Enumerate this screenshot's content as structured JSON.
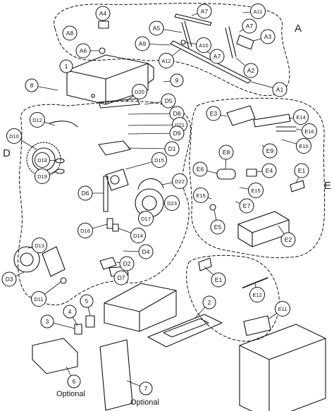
{
  "groups": [
    {
      "id": "A",
      "letter": "A"
    },
    {
      "id": "D",
      "letter": "D"
    },
    {
      "id": "E",
      "letter": "E"
    }
  ],
  "callouts": [
    {
      "id": "A4",
      "label": "A4"
    },
    {
      "id": "A8",
      "label": "A8"
    },
    {
      "id": "A6",
      "label": "A6"
    },
    {
      "id": "A7a",
      "label": "A7"
    },
    {
      "id": "A11",
      "label": "A11"
    },
    {
      "id": "A5",
      "label": "A5"
    },
    {
      "id": "A7b",
      "label": "A7"
    },
    {
      "id": "A3",
      "label": "A3"
    },
    {
      "id": "A9",
      "label": "A9"
    },
    {
      "id": "A10",
      "label": "A10"
    },
    {
      "id": "A7c",
      "label": "A7"
    },
    {
      "id": "A12",
      "label": "A12"
    },
    {
      "id": "A2",
      "label": "A2"
    },
    {
      "id": "A1",
      "label": "A1"
    },
    {
      "id": "P1",
      "label": "1"
    },
    {
      "id": "P8",
      "label": "8"
    },
    {
      "id": "P9",
      "label": "9"
    },
    {
      "id": "D20",
      "label": "D20"
    },
    {
      "id": "D5",
      "label": "D5"
    },
    {
      "id": "D8",
      "label": "D8"
    },
    {
      "id": "D12",
      "label": "D12"
    },
    {
      "id": "D21",
      "label": "D21"
    },
    {
      "id": "D10",
      "label": "D10"
    },
    {
      "id": "D9",
      "label": "D9"
    },
    {
      "id": "D1",
      "label": "D1"
    },
    {
      "id": "D18",
      "label": "D18"
    },
    {
      "id": "D15",
      "label": "D15"
    },
    {
      "id": "D19",
      "label": "D19"
    },
    {
      "id": "D22",
      "label": "D22"
    },
    {
      "id": "D6",
      "label": "D6"
    },
    {
      "id": "D23",
      "label": "D23"
    },
    {
      "id": "D17",
      "label": "D17"
    },
    {
      "id": "D16",
      "label": "D16"
    },
    {
      "id": "D14",
      "label": "D14"
    },
    {
      "id": "D13",
      "label": "D13"
    },
    {
      "id": "D4",
      "label": "D4"
    },
    {
      "id": "D3",
      "label": "D3"
    },
    {
      "id": "D2",
      "label": "D2"
    },
    {
      "id": "D7",
      "label": "D7"
    },
    {
      "id": "D11",
      "label": "D11"
    },
    {
      "id": "E3",
      "label": "E3"
    },
    {
      "id": "E14",
      "label": "E14"
    },
    {
      "id": "E16",
      "label": "E16"
    },
    {
      "id": "E10",
      "label": "E10"
    },
    {
      "id": "E9",
      "label": "E9"
    },
    {
      "id": "E8",
      "label": "E8"
    },
    {
      "id": "E6",
      "label": "E6"
    },
    {
      "id": "E4",
      "label": "E4"
    },
    {
      "id": "E1a",
      "label": "E1"
    },
    {
      "id": "E15a",
      "label": "E15"
    },
    {
      "id": "E15b",
      "label": "E15"
    },
    {
      "id": "E7",
      "label": "E7"
    },
    {
      "id": "E5",
      "label": "E5"
    },
    {
      "id": "E2",
      "label": "E2"
    },
    {
      "id": "E1b",
      "label": "E1"
    },
    {
      "id": "E12",
      "label": "E12"
    },
    {
      "id": "E11",
      "label": "E11"
    },
    {
      "id": "P2",
      "label": "2"
    },
    {
      "id": "P5",
      "label": "5"
    },
    {
      "id": "P4",
      "label": "4"
    },
    {
      "id": "P3",
      "label": "3"
    },
    {
      "id": "P6",
      "label": "6"
    },
    {
      "id": "P7",
      "label": "7"
    }
  ],
  "captions": {
    "optional_left": "Optional",
    "optional_right": "Optional"
  }
}
